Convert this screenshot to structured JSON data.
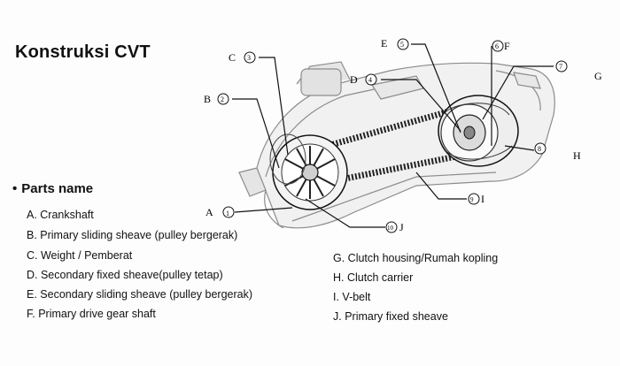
{
  "title": "Konstruksi CVT",
  "parts_heading": "Parts name",
  "bullet": "•",
  "parts_left": [
    "A. Crankshaft",
    "B. Primary sliding sheave (pulley bergerak)",
    "C. Weight / Pemberat",
    "D. Secondary fixed sheave(pulley tetap)",
    "E. Secondary sliding sheave (pulley bergerak)",
    "F. Primary drive gear shaft"
  ],
  "parts_right": [
    "G. Clutch housing/Rumah kopling",
    "H. Clutch carrier",
    "I.  V-belt",
    "J. Primary  fixed sheave"
  ],
  "callouts": {
    "A": {
      "letter": "A",
      "num": "1"
    },
    "B": {
      "letter": "B",
      "num": "2"
    },
    "C": {
      "letter": "C",
      "num": "3"
    },
    "D": {
      "letter": "D",
      "num": "4"
    },
    "E": {
      "letter": "E",
      "num": "5"
    },
    "F": {
      "letter": "F",
      "num": "6"
    },
    "G": {
      "letter": "G",
      "num": "7"
    },
    "H": {
      "letter": "H",
      "num": "8"
    },
    "I": {
      "letter": "I",
      "num": "9"
    },
    "J": {
      "letter": "J",
      "num": "10"
    }
  },
  "colors": {
    "ink": "#111111",
    "casing": "#9a9a9a",
    "shade": "#d8d8d8"
  }
}
